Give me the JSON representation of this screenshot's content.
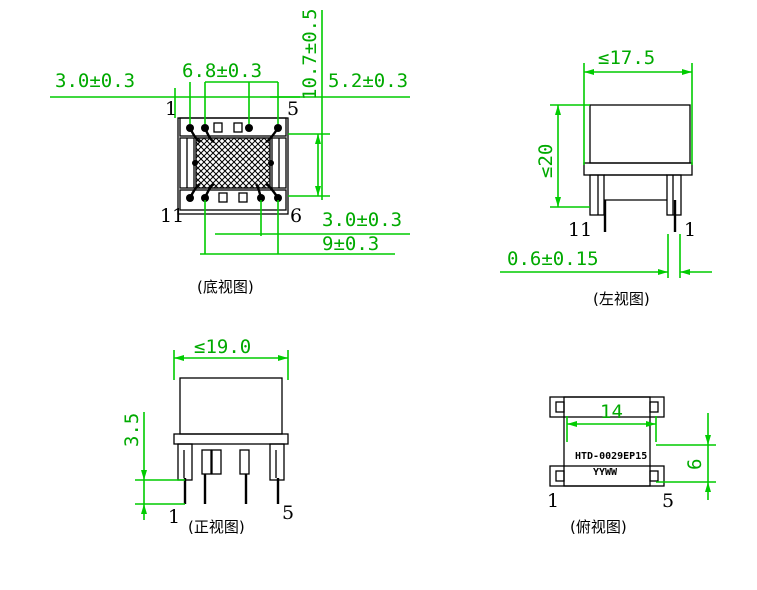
{
  "bottom_view": {
    "dim_left": "3.0±0.3",
    "dim_center": "6.8±0.3",
    "dim_right": "5.2±0.3",
    "dim_vertical": "10.7±0.5",
    "dim_pin_pitch": "3.0±0.3",
    "dim_span": "9±0.3",
    "pin_1": "1",
    "pin_5": "5",
    "pin_11": "11",
    "pin_6": "6",
    "caption": "(底视图)"
  },
  "left_view": {
    "dim_width": "≤17.5",
    "dim_height": "≤20",
    "dim_pin": "0.6±0.15",
    "pin_11": "11",
    "pin_1": "1",
    "caption": "(左视图)"
  },
  "front_view": {
    "dim_width": "≤19.0",
    "dim_pin_len": "3.5",
    "pin_1": "1",
    "pin_5": "5",
    "caption": "(正视图)"
  },
  "top_view": {
    "dim_width": "14",
    "dim_height": "6",
    "marking_line1": "HTD-0029EP15",
    "marking_line2": "YYWW",
    "pin_1": "1",
    "pin_5": "5",
    "caption": "(俯视图)"
  },
  "colors": {
    "dimension": "#00cc00",
    "outline": "#000000"
  }
}
